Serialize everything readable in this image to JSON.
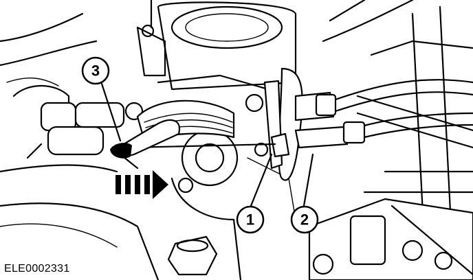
{
  "figure": {
    "reference_code": "ELE0002331",
    "callouts": [
      {
        "id": "callout-1",
        "label": "1"
      },
      {
        "id": "callout-2",
        "label": "2"
      },
      {
        "id": "callout-3",
        "label": "3"
      }
    ],
    "colors": {
      "ink": "#000000",
      "paper": "#ffffff"
    },
    "icons": {
      "direction_arrow": "dashed-direction-arrow-icon"
    }
  }
}
